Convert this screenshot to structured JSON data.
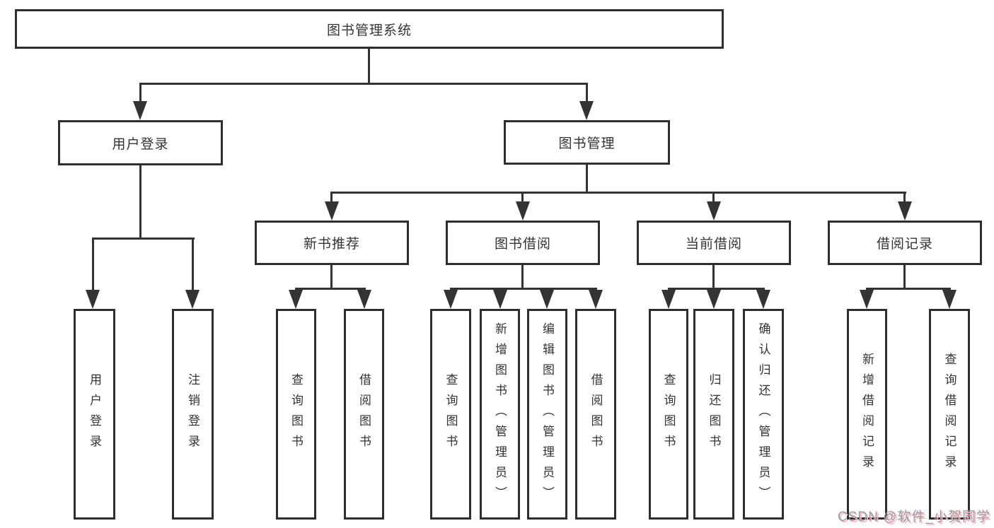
{
  "root": {
    "label": "图书管理系统"
  },
  "level2": [
    {
      "label": "用户登录"
    },
    {
      "label": "图书管理"
    }
  ],
  "level3": [
    {
      "label": "新书推荐"
    },
    {
      "label": "图书借阅"
    },
    {
      "label": "当前借阅"
    },
    {
      "label": "借阅记录"
    }
  ],
  "leaves": {
    "user_login": [
      {
        "label": "用户登录"
      },
      {
        "label": "注销登录"
      }
    ],
    "new_book_recommend": [
      {
        "label": "查询图书"
      },
      {
        "label": "借阅图书"
      }
    ],
    "book_borrow": [
      {
        "label": "查询图书"
      },
      {
        "label": "新增图书（管理员）"
      },
      {
        "label": "编辑图书（管理员）"
      },
      {
        "label": "借阅图书"
      }
    ],
    "current_borrow": [
      {
        "label": "查询图书"
      },
      {
        "label": "归还图书"
      },
      {
        "label": "确认归还（管理员）"
      }
    ],
    "borrow_records": [
      {
        "label": "新增借阅记录"
      },
      {
        "label": "查询借阅记录"
      }
    ]
  },
  "watermark": {
    "text": "CSDN @软件_小贺同学"
  },
  "colors": {
    "line": "#333333",
    "border": "#2e2e2e",
    "text": "#333333",
    "background": "#ffffff",
    "watermark_text": "#9a9aa8",
    "watermark_shadow": "#ffb3b3"
  }
}
